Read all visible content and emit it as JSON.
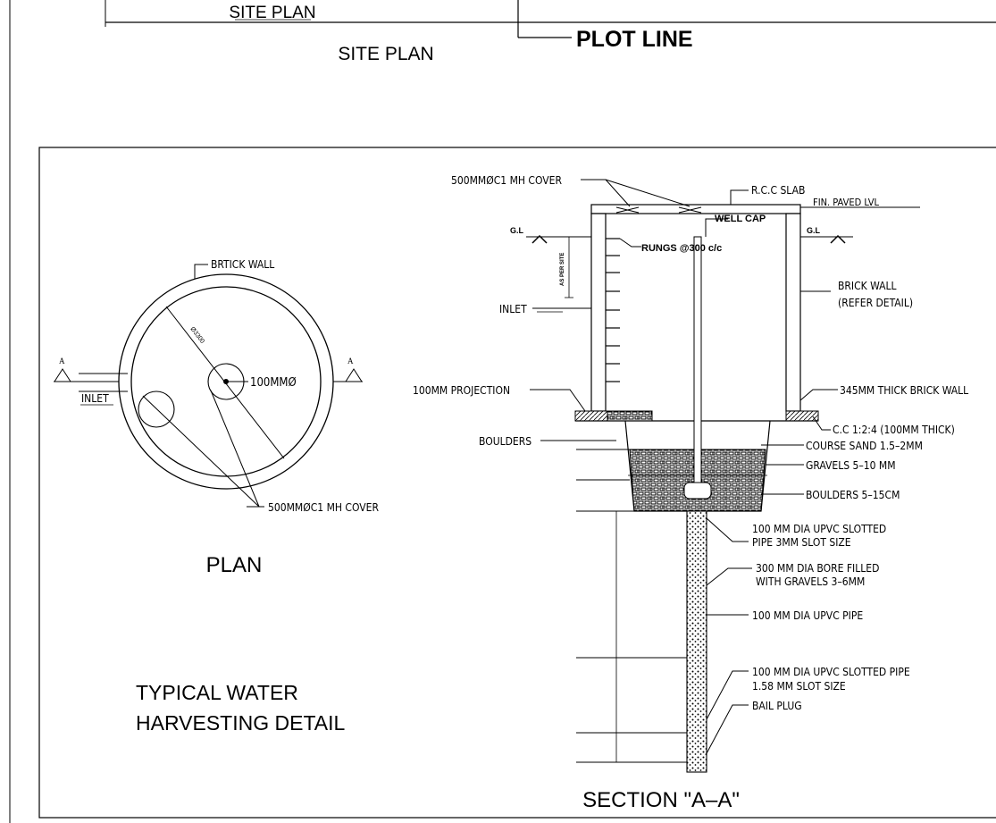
{
  "site_plan": {
    "top_label": "SITE PLAN",
    "title": "SITE PLAN",
    "plot_line": "PLOT LINE"
  },
  "plan": {
    "wall_label": "BRTICK WALL",
    "diameter": "Ø3300",
    "pipe_label": "100MMØ",
    "inlet": "INLET",
    "cover_label": "500MMØC1 MH COVER",
    "section_marker": "A",
    "title": "PLAN"
  },
  "section": {
    "cover_label": "500MMØC1 MH COVER",
    "slab": "R.C.C SLAB",
    "paved": "FIN. PAVED  LVL",
    "well_cap": "WELL CAP",
    "gl": "G.L",
    "rungs": "RUNGS @300 c/c",
    "as_per_site": "AS PER SITE",
    "inlet": "INLET",
    "brick_wall_1": "BRICK WALL",
    "brick_wall_2": "(REFER DETAIL)",
    "projection": "100MM PROJECTION",
    "thick_wall": "345MM THICK BRICK WALL",
    "cc": "C.C 1:2:4 (100MM THICK)",
    "boulders_left": "BOULDERS",
    "sand": "COURSE SAND  1.5–2MM",
    "gravels": "GRAVELS  5–10 MM",
    "boulders": "BOULDERS  5–15CM",
    "slotted_1": "100 MM DIA UPVC SLOTTED",
    "slotted_2": "PIPE 3MM SLOT SIZE",
    "bore_1": "300 MM DIA BORE FILLED",
    "bore_2": "WITH GRAVELS 3–6MM",
    "upvc": "100 MM DIA UPVC PIPE",
    "slotted2_1": "100 MM DIA UPVC SLOTTED PIPE",
    "slotted2_2": "1.58 MM SLOT SIZE",
    "bail": "BAIL PLUG",
    "title": "SECTION \"A–A\""
  },
  "detail": {
    "title_1": "TYPICAL WATER",
    "title_2": "HARVESTING DETAIL"
  }
}
